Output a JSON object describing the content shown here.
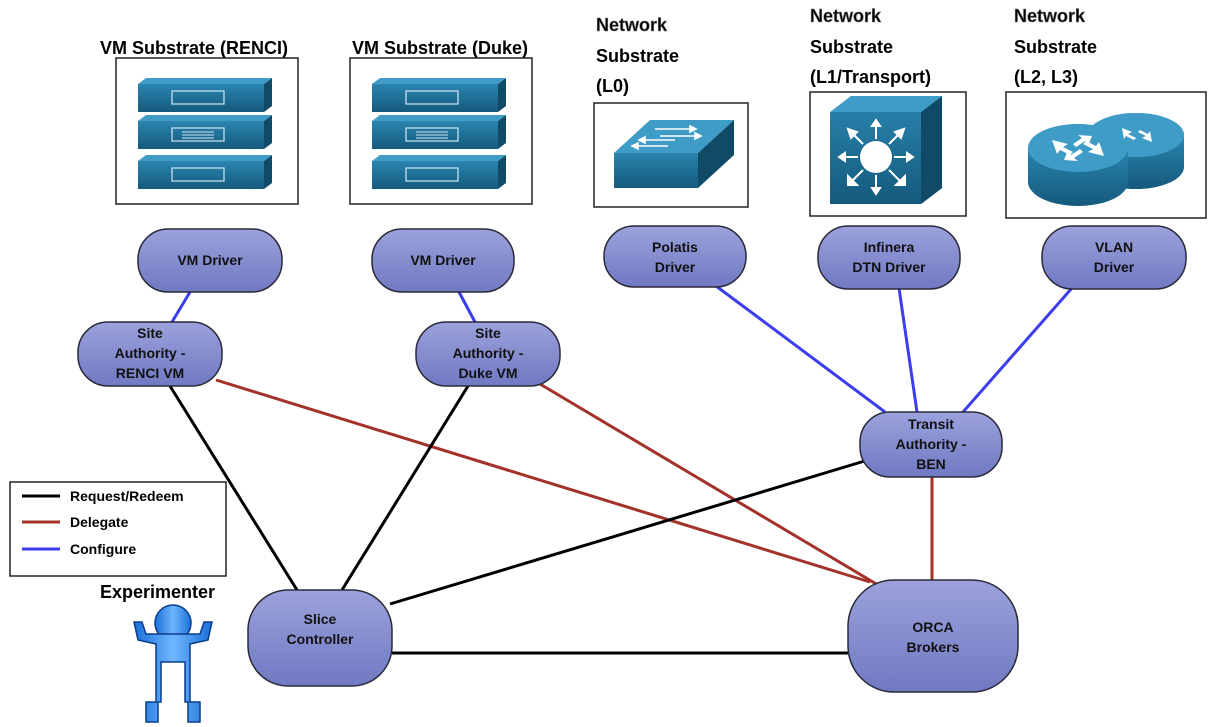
{
  "substrates": {
    "vm_renci": "VM Substrate (RENCI)",
    "vm_duke": "VM Substrate (Duke)",
    "net_l0": [
      "Network",
      "Substrate",
      "(L0)"
    ],
    "net_l1": [
      "Network",
      "Substrate",
      "(L1/Transport)"
    ],
    "net_l23": [
      "Network",
      "Substrate",
      "(L2, L3)"
    ]
  },
  "drivers": {
    "vm_driver_1": [
      "VM Driver"
    ],
    "vm_driver_2": [
      "VM Driver"
    ],
    "polatis": [
      "Polatis",
      "Driver"
    ],
    "infinera": [
      "Infinera",
      "DTN Driver"
    ],
    "vlan": [
      "VLAN",
      "Driver"
    ]
  },
  "authorities": {
    "renci": [
      "Site",
      "Authority -",
      "RENCI VM"
    ],
    "duke": [
      "Site",
      "Authority -",
      "Duke VM"
    ],
    "transit": [
      "Transit",
      "Authority -",
      "BEN"
    ]
  },
  "controllers": {
    "slice": [
      "Slice",
      "Controller"
    ],
    "orca": [
      "ORCA",
      "Brokers"
    ]
  },
  "experimenter": "Experimenter",
  "legend": {
    "items": [
      {
        "label": "Request/Redeem",
        "color": "#000000"
      },
      {
        "label": "Delegate",
        "color": "#a3322b"
      },
      {
        "label": "Configure",
        "color": "#3d3df0"
      }
    ]
  },
  "colors": {
    "node_fill": "#8088cc",
    "node_stroke": "#2a2a3a",
    "device_blue": "#1d6e95",
    "request": "#000000",
    "delegate": "#a3322b",
    "configure": "#3d3df0"
  }
}
